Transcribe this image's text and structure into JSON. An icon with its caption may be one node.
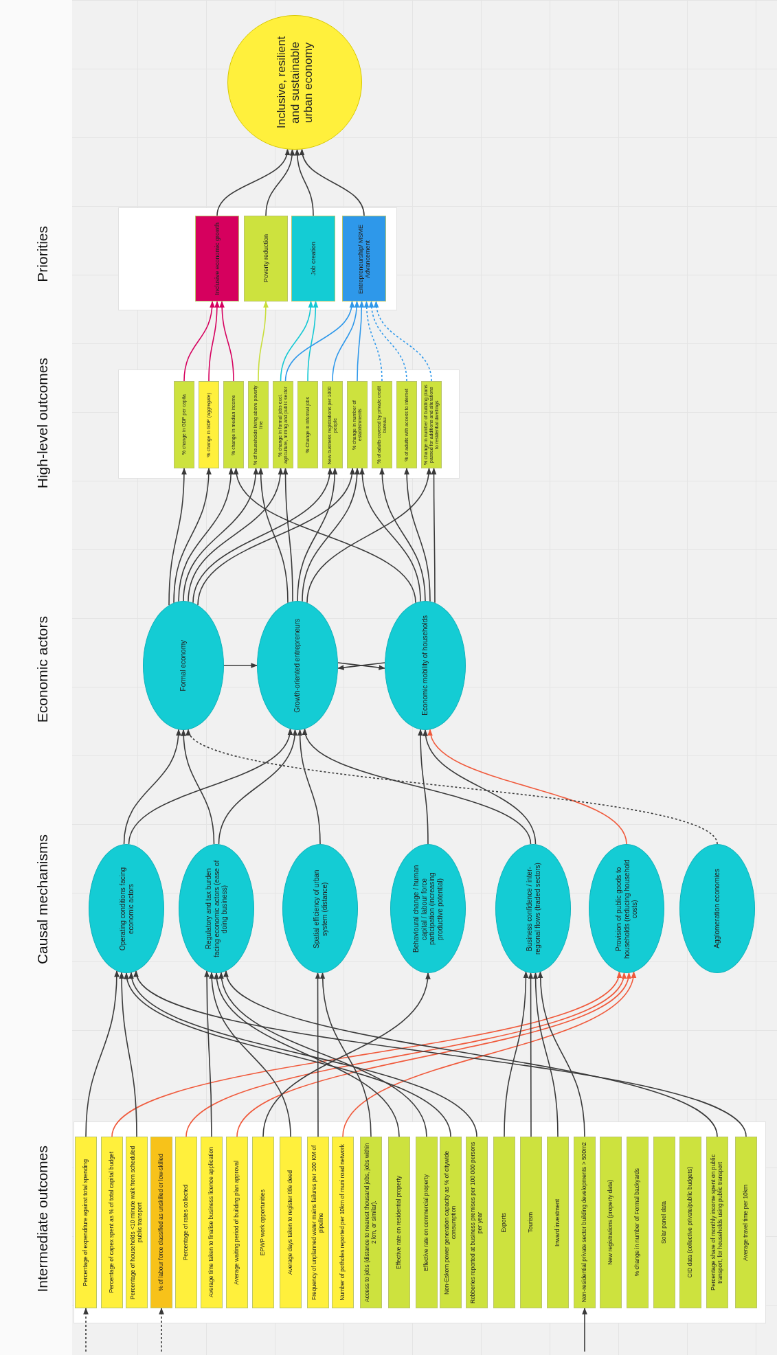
{
  "diagram": {
    "nodes": [
      {
        "text": [
          "Inclusive, resilient and sustainable urban economy"
        ]
      },
      {
        "text": [
          "Inclusive economic growth"
        ]
      },
      {
        "text": [
          "Poverty reduction"
        ]
      },
      {
        "text": [
          "Job creation"
        ]
      },
      {
        "text": [
          "Entrepreneurship/ MSME Advancement"
        ]
      },
      {
        "text": [
          "% change in GDP per capita"
        ]
      },
      {
        "text": [
          "% change in GDP (aggregate)"
        ]
      },
      {
        "text": [
          "% change in median income"
        ]
      },
      {
        "text": [
          "% of households living above poverty line"
        ]
      },
      {
        "text": [
          "% change in formal jobs excl. agriculture, mining and public sector"
        ]
      },
      {
        "text": [
          "% Change in informal jobs"
        ]
      },
      {
        "text": [
          "New business registrations per 1000 people"
        ]
      },
      {
        "text": [
          "% change in number of establishments"
        ]
      },
      {
        "text": [
          "% of adults covered by private credit bureau"
        ]
      },
      {
        "text": [
          "% of adults with access to internet"
        ]
      },
      {
        "text": [
          "% change in number of building plans passed for additions and alterations to residential dwellings"
        ]
      },
      {
        "text": [
          "Formal economy"
        ]
      },
      {
        "text": [
          "Growth-oriented entrepreneurs"
        ]
      },
      {
        "text": [
          "Economic mobility of households"
        ]
      },
      {
        "text": [
          "Operating conditions facing economic actors"
        ]
      },
      {
        "text": [
          "Regulatory and tax burden facing economic actors (ease of doing business)"
        ]
      },
      {
        "text": [
          "Spatial efficiency of urban system (distance)"
        ]
      },
      {
        "text": [
          "Behavioural change / human capital / labour force participation (increasing productive potential)"
        ]
      },
      {
        "text": [
          "Business confidence / inter-regional flows (traded sectors)"
        ]
      },
      {
        "text": [
          "Provision of public goods to households (reducing household costs)"
        ]
      },
      {
        "text": [
          "Agglomeration economies"
        ]
      },
      {
        "text": [
          "Percentage of expenditure against total spending"
        ]
      },
      {
        "text": [
          "Percentage of capex spent as % of total capital budget"
        ]
      },
      {
        "text": [
          "Percentage of households <10 minute walk from scheduled public transport"
        ]
      },
      {
        "text": [
          "% of labour force classified as unskilled or low-skilled"
        ]
      },
      {
        "text": [
          "Percentage of rates collected"
        ]
      },
      {
        "text": [
          "Average time taken to finalise business licence application"
        ]
      },
      {
        "text": [
          "Average waiting period of building plan approval"
        ]
      },
      {
        "text": [
          "EPWP work opportunities"
        ]
      },
      {
        "text": [
          "Average days taken to register title deed"
        ]
      },
      {
        "text": [
          "Frequency of unplanned water mains failures per 100 KM of pipeline"
        ]
      },
      {
        "text": [
          "Number of potholes reported per 10km of muni road network"
        ]
      },
      {
        "text": [
          "Access to jobs (distance to nearest thousand jobs, jobs within 2 km, or similar)."
        ]
      },
      {
        "text": [
          "Effective rate on residential property"
        ]
      },
      {
        "text": [
          "Effective rate on commercial property"
        ]
      },
      {
        "text": [
          "Non-Eskom power generation capacity as % of citywide consumption"
        ]
      },
      {
        "text": [
          "Robberies reported at business premises per 100 000 persons per year"
        ]
      },
      {
        "text": [
          "Exports"
        ]
      },
      {
        "text": [
          "Tourism"
        ]
      },
      {
        "text": [
          "Inward investment"
        ]
      },
      {
        "text": [
          "Non-residential private sector building developments > 500m2"
        ]
      },
      {
        "text": [
          "New registrations (property data)"
        ]
      },
      {
        "text": [
          "% change in number of Formal backyards"
        ]
      },
      {
        "text": [
          "Solar panel data"
        ]
      },
      {
        "text": [
          "CID data (collective private/public budgets)"
        ]
      },
      {
        "text": [
          "Percentage share of monthly income spent on public transport, for households using public transport"
        ]
      },
      {
        "text": [
          "Average travel time per 10km"
        ]
      }
    ],
    "edges": [
      {
        "from": 1,
        "to": 0,
        "arrow": "to"
      },
      {
        "from": 2,
        "to": 0,
        "arrow": "to"
      },
      {
        "from": 3,
        "to": 0,
        "arrow": "to"
      },
      {
        "from": 4,
        "to": 0,
        "arrow": "to"
      },
      {
        "from": 5,
        "to": 1,
        "arrow": "to",
        "color": "#d6005e"
      },
      {
        "from": 6,
        "to": 1,
        "arrow": "to",
        "color": "#d6005e"
      },
      {
        "from": 7,
        "to": 1,
        "arrow": "to",
        "color": "#d6005e"
      },
      {
        "from": 8,
        "to": 2,
        "arrow": "to",
        "color": "#c8de3c"
      },
      {
        "from": 9,
        "to": 3,
        "arrow": "to",
        "color": "#14c8d4"
      },
      {
        "from": 10,
        "to": 3,
        "arrow": "to",
        "color": "#14c8d4"
      },
      {
        "from": 9,
        "to": 4,
        "arrow": "to",
        "color": "#2e98ea"
      },
      {
        "from": 11,
        "to": 4,
        "arrow": "to",
        "color": "#2e98ea"
      },
      {
        "from": 12,
        "to": 4,
        "arrow": "to",
        "color": "#2e98ea"
      },
      {
        "from": 13,
        "to": 4,
        "arrow": "to",
        "style": "dashed",
        "color": "#2e98ea"
      },
      {
        "from": 14,
        "to": 4,
        "arrow": "to",
        "style": "dashed",
        "color": "#2e98ea"
      },
      {
        "from": 15,
        "to": 4,
        "arrow": "to",
        "style": "dashed",
        "color": "#2e98ea"
      },
      {
        "from": 16,
        "to": 5,
        "arrow": "to"
      },
      {
        "from": 16,
        "to": 6,
        "arrow": "to"
      },
      {
        "from": 16,
        "to": 7,
        "arrow": "to"
      },
      {
        "from": 16,
        "to": 8,
        "arrow": "to"
      },
      {
        "from": 16,
        "to": 9,
        "arrow": "to"
      },
      {
        "from": 16,
        "to": 11,
        "arrow": "to"
      },
      {
        "from": 16,
        "to": 12,
        "arrow": "to"
      },
      {
        "from": 17,
        "to": 8,
        "arrow": "to"
      },
      {
        "from": 17,
        "to": 9,
        "arrow": "to"
      },
      {
        "from": 17,
        "to": 11,
        "arrow": "to"
      },
      {
        "from": 17,
        "to": 12,
        "arrow": "to"
      },
      {
        "from": 17,
        "to": 15,
        "arrow": "to"
      },
      {
        "from": 18,
        "to": 7,
        "arrow": "to"
      },
      {
        "from": 18,
        "to": 12,
        "arrow": "to"
      },
      {
        "from": 18,
        "to": 13,
        "arrow": "to"
      },
      {
        "from": 18,
        "to": 14,
        "arrow": "to"
      },
      {
        "from": 18,
        "to": 15,
        "arrow": "to"
      },
      {
        "from": 16,
        "to": 17,
        "arrow": "to"
      },
      {
        "from": 17,
        "to": 18,
        "arrow": "to"
      },
      {
        "from": 18,
        "to": 17,
        "arrow": "to"
      },
      {
        "from": 19,
        "to": 16,
        "arrow": "to"
      },
      {
        "from": 19,
        "to": 17,
        "arrow": "to"
      },
      {
        "from": 20,
        "to": 16,
        "arrow": "to"
      },
      {
        "from": 20,
        "to": 17,
        "arrow": "to"
      },
      {
        "from": 21,
        "to": 17,
        "arrow": "to"
      },
      {
        "from": 22,
        "to": 18,
        "arrow": "to"
      },
      {
        "from": 23,
        "to": 17,
        "arrow": "to"
      },
      {
        "from": 23,
        "to": 18,
        "arrow": "to"
      },
      {
        "from": 24,
        "to": 18,
        "arrow": "to",
        "color": "#f05a3c"
      },
      {
        "from": 25,
        "to": 16,
        "arrow": "to",
        "style": "dashed"
      },
      {
        "from": 26,
        "to": 19,
        "arrow": "to"
      },
      {
        "from": 27,
        "to": 24,
        "arrow": "to",
        "color": "#f05a3c"
      },
      {
        "from": 28,
        "to": 19,
        "arrow": "to"
      },
      {
        "from": 30,
        "to": 24,
        "arrow": "to",
        "color": "#f05a3c"
      },
      {
        "from": 31,
        "to": 20,
        "arrow": "to"
      },
      {
        "from": 32,
        "to": 24,
        "arrow": "to",
        "color": "#f05a3c"
      },
      {
        "from": 33,
        "to": 22,
        "arrow": "to"
      },
      {
        "from": 34,
        "to": 20,
        "arrow": "to"
      },
      {
        "from": 35,
        "to": 21,
        "arrow": "to"
      },
      {
        "from": 36,
        "to": 24,
        "arrow": "to",
        "color": "#f05a3c"
      },
      {
        "from": 37,
        "to": 21,
        "arrow": "to"
      },
      {
        "from": 38,
        "to": 20,
        "arrow": "to"
      },
      {
        "from": 39,
        "to": 20,
        "arrow": "to"
      },
      {
        "from": 40,
        "to": 19,
        "arrow": "to"
      },
      {
        "from": 41,
        "to": 19,
        "arrow": "to"
      },
      {
        "from": 42,
        "to": 23,
        "arrow": "to"
      },
      {
        "from": 43,
        "to": 23,
        "arrow": "to"
      },
      {
        "from": 44,
        "to": 23,
        "arrow": "to"
      },
      {
        "from": 45,
        "to": 23,
        "arrow": "to"
      },
      {
        "from": 50,
        "to": 20,
        "arrow": "to"
      },
      {
        "from": 51,
        "to": 19,
        "arrow": "to"
      },
      {
        "from": null,
        "to": 26,
        "arrow": "to",
        "style": "dashed"
      },
      {
        "from": null,
        "to": 29,
        "arrow": "to",
        "style": "dashed"
      },
      {
        "from": null,
        "to": 45,
        "arrow": "to"
      }
    ],
    "labels": [
      "Priorities",
      "High-level outcomes",
      "Economic actors",
      "Causal mechanisms",
      "Intermediate outcomes"
    ]
  }
}
